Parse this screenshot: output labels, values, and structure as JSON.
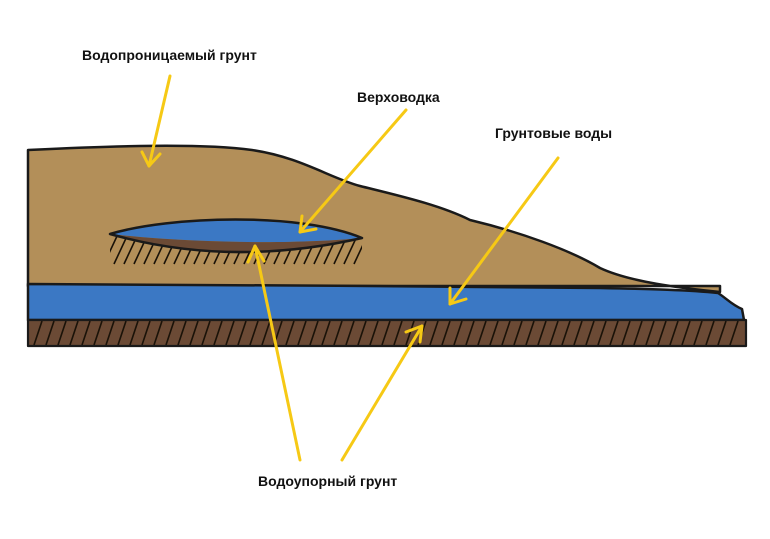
{
  "labels": {
    "permeable_soil": "Водопроницаемый грунт",
    "perched_water": "Верховодка",
    "groundwater": "Грунтовые воды",
    "impermeable_soil": "Водоупорный грунт"
  },
  "colors": {
    "soil": "#b38f59",
    "water": "#3b78c4",
    "impermeable": "#6b4a35",
    "arrow": "#f6c915",
    "outline": "#1a1a1a"
  }
}
